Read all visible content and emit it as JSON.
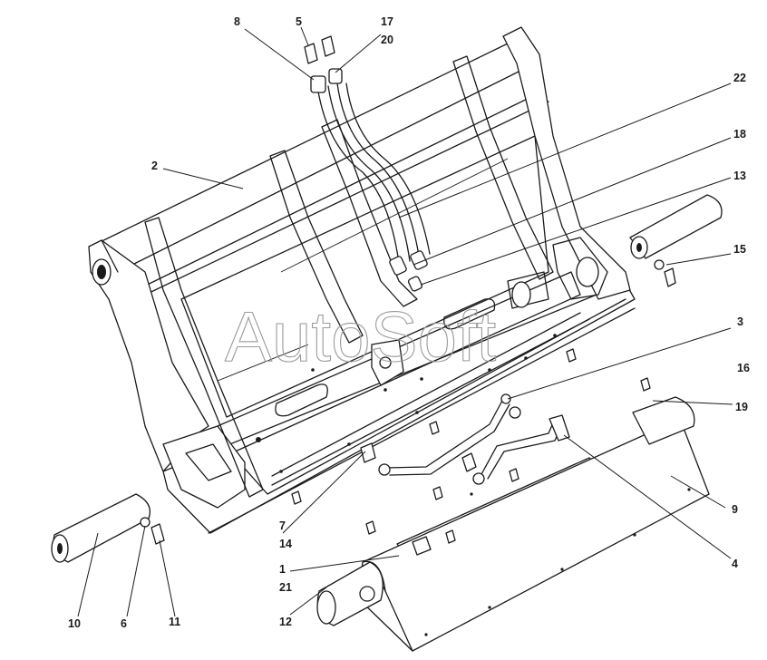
{
  "watermark": "AutoSoft",
  "callouts": [
    {
      "id": "c8",
      "text": "8"
    },
    {
      "id": "c5",
      "text": "5"
    },
    {
      "id": "c17",
      "text": "17"
    },
    {
      "id": "c20",
      "text": "20"
    },
    {
      "id": "c22",
      "text": "22"
    },
    {
      "id": "c2",
      "text": "2"
    },
    {
      "id": "c18",
      "text": "18"
    },
    {
      "id": "c13",
      "text": "13"
    },
    {
      "id": "c15",
      "text": "15"
    },
    {
      "id": "c3",
      "text": "3"
    },
    {
      "id": "c16",
      "text": "16"
    },
    {
      "id": "c19",
      "text": "19"
    },
    {
      "id": "c9",
      "text": "9"
    },
    {
      "id": "c7",
      "text": "7"
    },
    {
      "id": "c14",
      "text": "14"
    },
    {
      "id": "c1",
      "text": "1"
    },
    {
      "id": "c21",
      "text": "21"
    },
    {
      "id": "c4",
      "text": "4"
    },
    {
      "id": "c12",
      "text": "12"
    },
    {
      "id": "c10",
      "text": "10"
    },
    {
      "id": "c6",
      "text": "6"
    },
    {
      "id": "c11",
      "text": "11"
    }
  ]
}
